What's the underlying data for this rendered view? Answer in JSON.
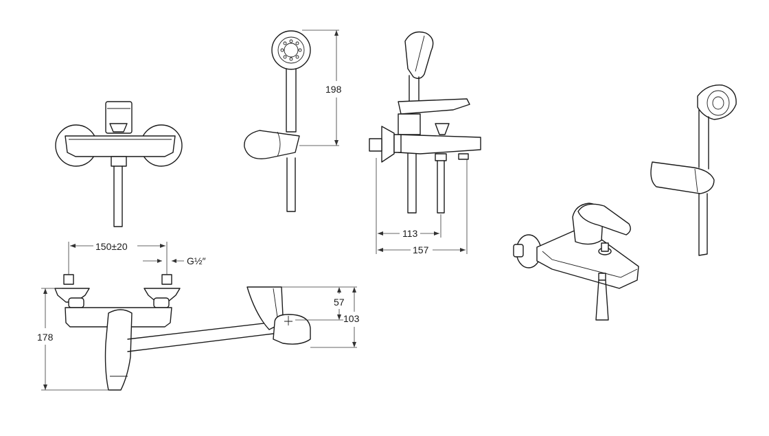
{
  "dimensions": {
    "height_198": "198",
    "spacing": "150±20",
    "thread": "G½″",
    "spout_113": "113",
    "depth_157": "157",
    "height_178": "178",
    "spout_57": "57",
    "spout_103": "103"
  },
  "colors": {
    "line": "#1a1a1a",
    "background": "#ffffff"
  }
}
